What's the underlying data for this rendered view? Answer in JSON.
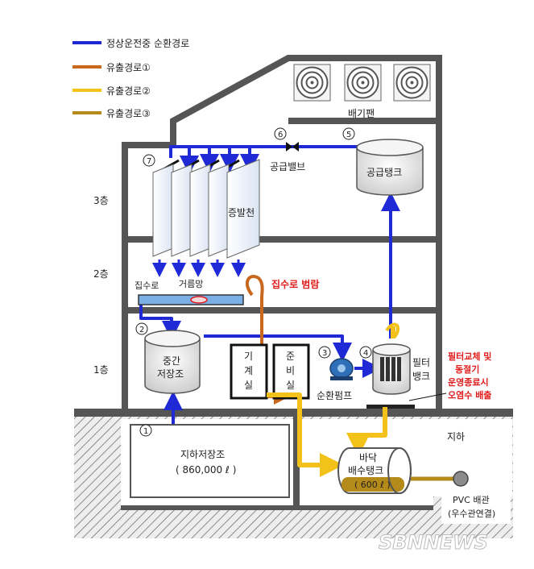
{
  "legend": {
    "normal": "정상운전중 순환경로",
    "leak1": "유출경로①",
    "leak2": "유출경로②",
    "leak3": "유출경로③"
  },
  "colors": {
    "blue": "#1f2ad6",
    "orange": "#c8681e",
    "yellow": "#f2c21b",
    "olive": "#b48a1a",
    "red": "#e01b1b"
  },
  "floors": {
    "f3": "3층",
    "f2": "2층",
    "f1": "1층",
    "basement": "지하"
  },
  "labels": {
    "exhaust_fan": "배기팬",
    "supply_valve": "공급밸브",
    "supply_tank": "공급탱크",
    "evaporator": "증발천",
    "collector": "집수로",
    "strainer": "거름망",
    "overflow": "집수로 범람",
    "mid_tank_l1": "중간",
    "mid_tank_l2": "저장조",
    "machine_room": [
      "기",
      "계",
      "실"
    ],
    "prep_room": [
      "준",
      "비",
      "실"
    ],
    "pump": "순환펌프",
    "filter_bank_l1": "필터",
    "filter_bank_l2": "뱅크",
    "filter_note": [
      "필터교체 및",
      "동절기",
      "운영종료시",
      "오염수 배출"
    ],
    "underground_tank": "지하저장조",
    "underground_capacity": "( 860,000 ℓ )",
    "floor_tank_l1": "바닥",
    "floor_tank_l2": "배수탱크",
    "floor_tank_capacity": "( 600 ℓ )",
    "pvc_l1": "PVC 배관",
    "pvc_l2": "(우수관연결)",
    "watermark": "SBNNEWS"
  },
  "markers": {
    "m1": "1",
    "m2": "2",
    "m3": "3",
    "m4": "4",
    "m5": "5",
    "m6": "6",
    "m7": "7"
  }
}
